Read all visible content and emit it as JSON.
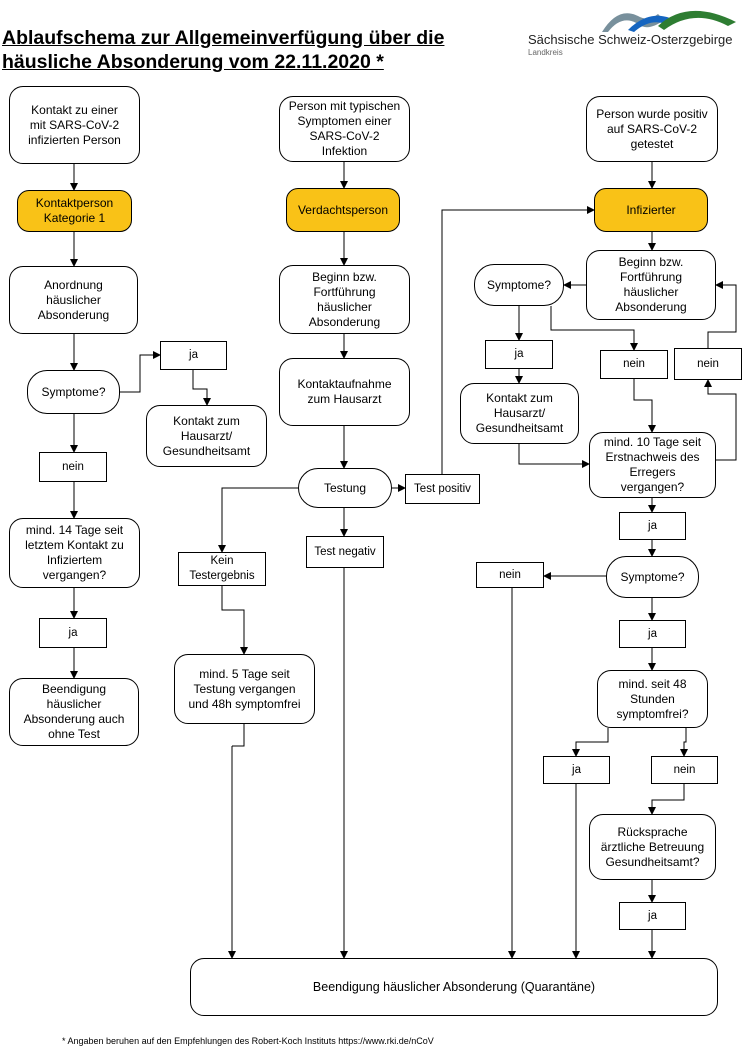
{
  "title": {
    "line1": "Ablaufschema zur Allgemeinverfügung über die",
    "line2": "häusliche Absonderung vom 22.11.2020 *"
  },
  "logo": {
    "name": "Sächsische Schweiz-Osterzgebirge",
    "sub": "Landkreis",
    "colors": [
      "#2e7d32",
      "#1565c0",
      "#78909c"
    ]
  },
  "colors": {
    "highlight": "#f9c217"
  },
  "nodes": {
    "kontakt_start": "Kontakt zu einer\nmit SARS-CoV-2\ninfizierten Person",
    "kategorie1": "Kontaktperson\nKategorie 1",
    "anordnung": "Anordnung\nhäuslicher\nAbsonderung",
    "symptome_left": "Symptome?",
    "ja_left_top": "ja",
    "kontakt_hausarzt_left": "Kontakt zum\nHausarzt/\nGesundheitsamt",
    "nein_left": "nein",
    "mind14": "mind. 14 Tage seit\nletztem Kontakt zu\nInfiziertem\nvergangen?",
    "ja_left_bottom": "ja",
    "beendigung_left": "Beendigung\nhäuslicher\nAbsonderung auch\nohne Test",
    "person_symptome": "Person mit typischen\nSymptomen einer\nSARS-CoV-2\nInfektion",
    "verdacht": "Verdachtsperson",
    "beginn_mid": "Beginn bzw.\nFortführung\nhäuslicher\nAbsonderung",
    "kontaktaufnahme": "Kontaktaufnahme\nzum  Hausarzt",
    "testung": "Testung",
    "test_positiv": "Test positiv",
    "test_negativ": "Test negativ",
    "kein_ergebnis": "Kein\nTestergebnis",
    "mind5": "mind. 5 Tage seit\nTestung vergangen\nund 48h symptomfrei",
    "person_positiv": "Person wurde positiv\nauf SARS-CoV-2\ngetestet",
    "infizierter": "Infizierter",
    "beginn_right": "Beginn bzw.\nFortführung\nhäuslicher\nAbsonderung",
    "symptome_r1": "Symptome?",
    "ja_r1": "ja",
    "nein_r1": "nein",
    "nein_r1b": "nein",
    "kontakt_hausarzt_right": "Kontakt zum\nHausarzt/\nGesundheitsamt",
    "mind10": "mind. 10 Tage seit\nErstnachweis des\nErregers\nvergangen?",
    "ja_r2": "ja",
    "symptome_r2": "Symptome?",
    "nein_r2": "nein",
    "ja_r3": "ja",
    "mind48": "mind. seit 48\nStunden\nsymptomfrei?",
    "ja_r4": "ja",
    "nein_r4": "nein",
    "ruecksprache": "Rücksprache\närztliche Betreuung\nGesundheitsamt?",
    "ja_r5": "ja",
    "beendigung_final": "Beendigung häuslicher Absonderung (Quarantäne)"
  },
  "footnote": "* Angaben beruhen auf den Empfehlungen des Robert-Koch Instituts https://www.rki.de/nCoV"
}
